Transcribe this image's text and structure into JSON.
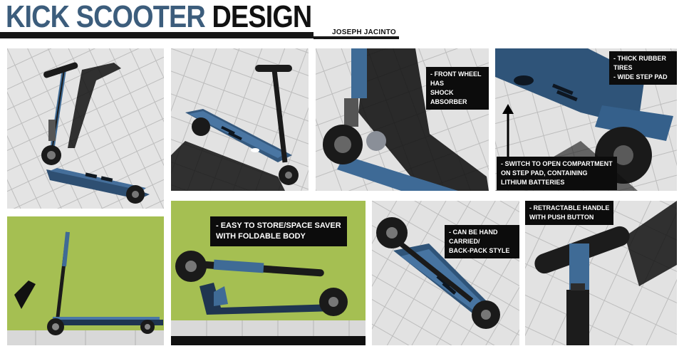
{
  "header": {
    "title_word1": "KICK SCOOTER",
    "title_word2": "DESIGN",
    "author": "JOSEPH JACINTO"
  },
  "colors": {
    "brand_blue": "#3c5d7c",
    "scooter_blue": "#3f6b96",
    "background_green": "#a5bf52",
    "tile_gray": "#e3e3e3",
    "label_black": "#0c0c0c"
  },
  "panels": {
    "front_wheel": {
      "label": "- FRONT WHEEL HAS\nSHOCK ABSORBER"
    },
    "rear_tires": {
      "label": "- THICK RUBBER TIRES\n- WIDE STEP PAD",
      "switch_label": "- SWITCH TO OPEN COMPARTMENT\nON STEP PAD, CONTAINING\nLITHIUM BATTERIES"
    },
    "folded": {
      "label": "- EASY TO STORE/SPACE SAVER\nWITH FOLDABLE BODY"
    },
    "carried": {
      "label": "- CAN BE HAND CARRIED/\nBACK-PACK STYLE"
    },
    "handle": {
      "label": "- RETRACTABLE HANDLE\nWITH PUSH BUTTON"
    }
  }
}
